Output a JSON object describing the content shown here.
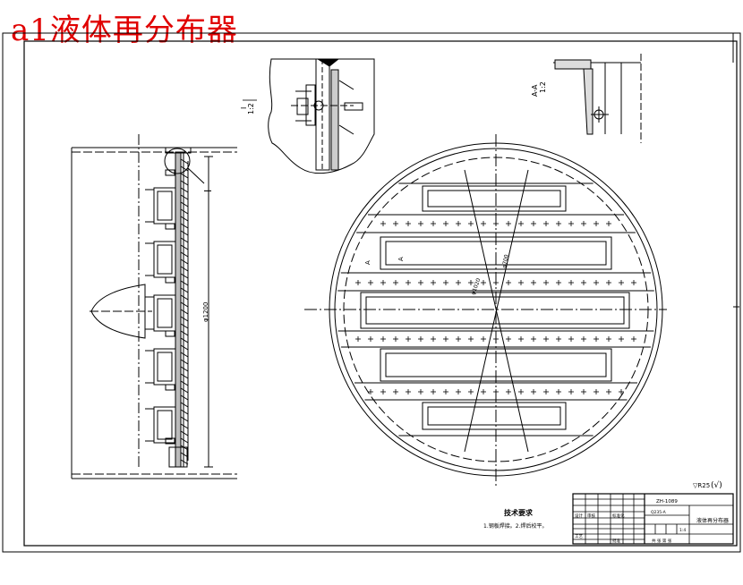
{
  "title": "a1液体再分布器",
  "drawing": {
    "colors": {
      "ink": "#000000",
      "title": "#e00000",
      "background": "#ffffff"
    },
    "detail_labels": {
      "detail_one": "I",
      "section": "A-A",
      "section_mark": "A"
    },
    "scales": {
      "detail_one": "1:2",
      "section": "1:2"
    },
    "dimension": "φ1200",
    "dimensions_inner": [
      "φ1020",
      "φ700"
    ],
    "roughness": "▽R25",
    "roughness_check": "(√)",
    "notes": {
      "heading": "技术要求",
      "line1": "1.钢板焊接。2.焊后校平。"
    },
    "title_block": {
      "drawing_name": "液体再分布器",
      "drawing_number": "ZH-1089",
      "material": "Q235-A",
      "scale": "1:4",
      "designer": "设计",
      "checker": "审核",
      "approver": "批准",
      "process": "工艺",
      "standard": "标准化",
      "sheet": "共 张 第 张"
    }
  }
}
